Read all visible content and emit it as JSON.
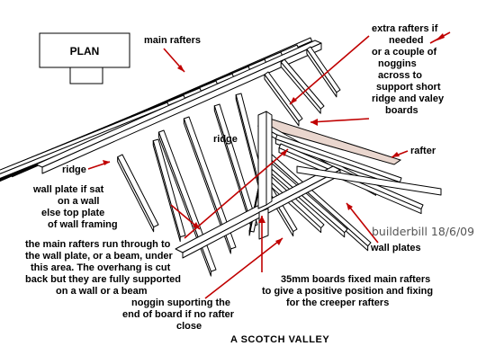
{
  "title": "A SCOTCH  VALLEY",
  "credit": "builderbill 18/6/09",
  "plan_label": "PLAN",
  "labels": {
    "main_rafters": "main rafters",
    "extra_rafters": [
      "extra rafters if",
      "needed",
      "or a couple of",
      "noggins",
      "across to",
      "support short",
      "ridge and valey",
      "boards"
    ],
    "ridge_center": "ridge",
    "ridge_left": "ridge",
    "rafter": "rafter",
    "wall_plate": [
      "wall plate if sat",
      "on a wall",
      "else top plate",
      "of wall framing"
    ],
    "main_rafters_run": [
      "the main rafters run through to",
      "the wall plate, or a beam, under",
      "this area.  The overhang is cut",
      "back but they are fully supported",
      "on a wall or a beam"
    ],
    "noggin": [
      "noggin suporting the",
      "end of board if no rafter",
      "close"
    ],
    "boards": [
      "35mm  boards fixed main rafters",
      "to give a positive position and fixing",
      "for the creeper rafters"
    ],
    "wall_plates": "wall plates"
  },
  "colors": {
    "arrow": "#c00000",
    "board": "#e9d6ce",
    "line": "#000000"
  }
}
